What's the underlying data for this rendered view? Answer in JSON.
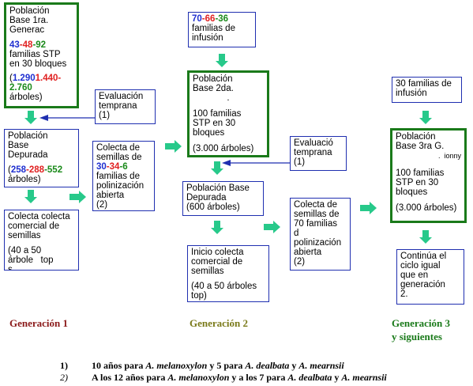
{
  "boxes": {
    "pob1": {
      "l1": "Población",
      "l2": "Base 1ra.",
      "l3": "Generac",
      "n1": "43",
      "n2": "48",
      "n3": "92",
      "sep": "-",
      "l4": "familias STP",
      "l5": "en 30 bloques",
      "t1": "1.290",
      "t2": "1.440",
      "t3": "2.760",
      "l6": "árboles)"
    },
    "eval1": {
      "l1": "Evaluación",
      "l2": "temprana",
      "l3": "(1)"
    },
    "dep1": {
      "l1": "Población",
      "l2": "Base",
      "l3": "Depurada",
      "n1": "258",
      "n2": "288",
      "n3": "552",
      "sep": "-",
      "l4": "árboles)"
    },
    "col1": {
      "l1": "Colecta colecta",
      "l2": "comercial de",
      "l3": "semillas",
      "l4": "(40 a 50",
      "l5": "árbole   top",
      "l6": "s"
    },
    "colsem1": {
      "l1": "Colecta de",
      "l2": "semillas de",
      "n1": "30",
      "n2": "34",
      "n3": "6",
      "sep": "-",
      "l3": "familias de",
      "l4": "polinización",
      "l5": "abierta",
      "l6": "(2)"
    },
    "inf2": {
      "n1": "70",
      "n2": "66",
      "n3": "36",
      "sep": "-",
      "l1": "familias de",
      "l2": "infusión"
    },
    "pob2": {
      "l1": "Población",
      "l2": "Base 2da.",
      "l3": ".",
      "l4": "100 familias",
      "l5": "STP en 30",
      "l6": "bloques",
      "l7": "(3.000 árboles)"
    },
    "eval2": {
      "l1": "Evaluació",
      "l2": "temprana",
      "l3": "(1)"
    },
    "dep2": {
      "l1": "Población Base",
      "l2": "Depurada",
      "l3": "(600 árboles)"
    },
    "col2": {
      "l1": "Inicio colecta",
      "l2": "comercial de",
      "l3": "semillas",
      "l4": "(40 a 50 árboles",
      "l5": "top)"
    },
    "colsem2": {
      "l1": "Colecta de",
      "l2": "semillas de",
      "l3": "70 familias",
      "l4": "d",
      "l5": "polinización",
      "l6": "abierta",
      "l7": "(2)"
    },
    "inf3": {
      "l1": "30 familias de",
      "l2": "infusión"
    },
    "pob3": {
      "l1": "Población",
      "l2": "Base 3ra G.",
      "l3": ".  ionny",
      "l4": "100 familias",
      "l5": "STP en 30",
      "l6": "bloques",
      "l7": "(3.000 árboles)"
    },
    "cont": {
      "l1": "Continúa el",
      "l2": "ciclo igual",
      "l3": "que en",
      "l4": "generación",
      "l5": "2."
    }
  },
  "generations": {
    "g1": "Generación 1",
    "g2": "Generación 2",
    "g3a": "Generación 3",
    "g3b": "y siguientes"
  },
  "notes": [
    {
      "num": "1)",
      "pre": "10 años para ",
      "sp1": "A. melanoxylon",
      "mid": " y 5 para ",
      "sp2": "A. dealbata",
      "mid2": " y ",
      "sp3": "A. mearnsii"
    },
    {
      "num": "2)",
      "pre": "A los 12 años para ",
      "sp1": "A. melanoxylon",
      "mid": " y a los 7 para ",
      "sp2": "A. dealbata",
      "mid2": " y ",
      "sp3": "A. mearnsii"
    }
  ],
  "colors": {
    "box_border": "#1f2fb0",
    "green_border": "#1a7a1a",
    "arrow": "#27c98a",
    "gen1": "#8b1a1a",
    "gen2": "#7a7a1a",
    "gen3": "#1a7a1a"
  }
}
